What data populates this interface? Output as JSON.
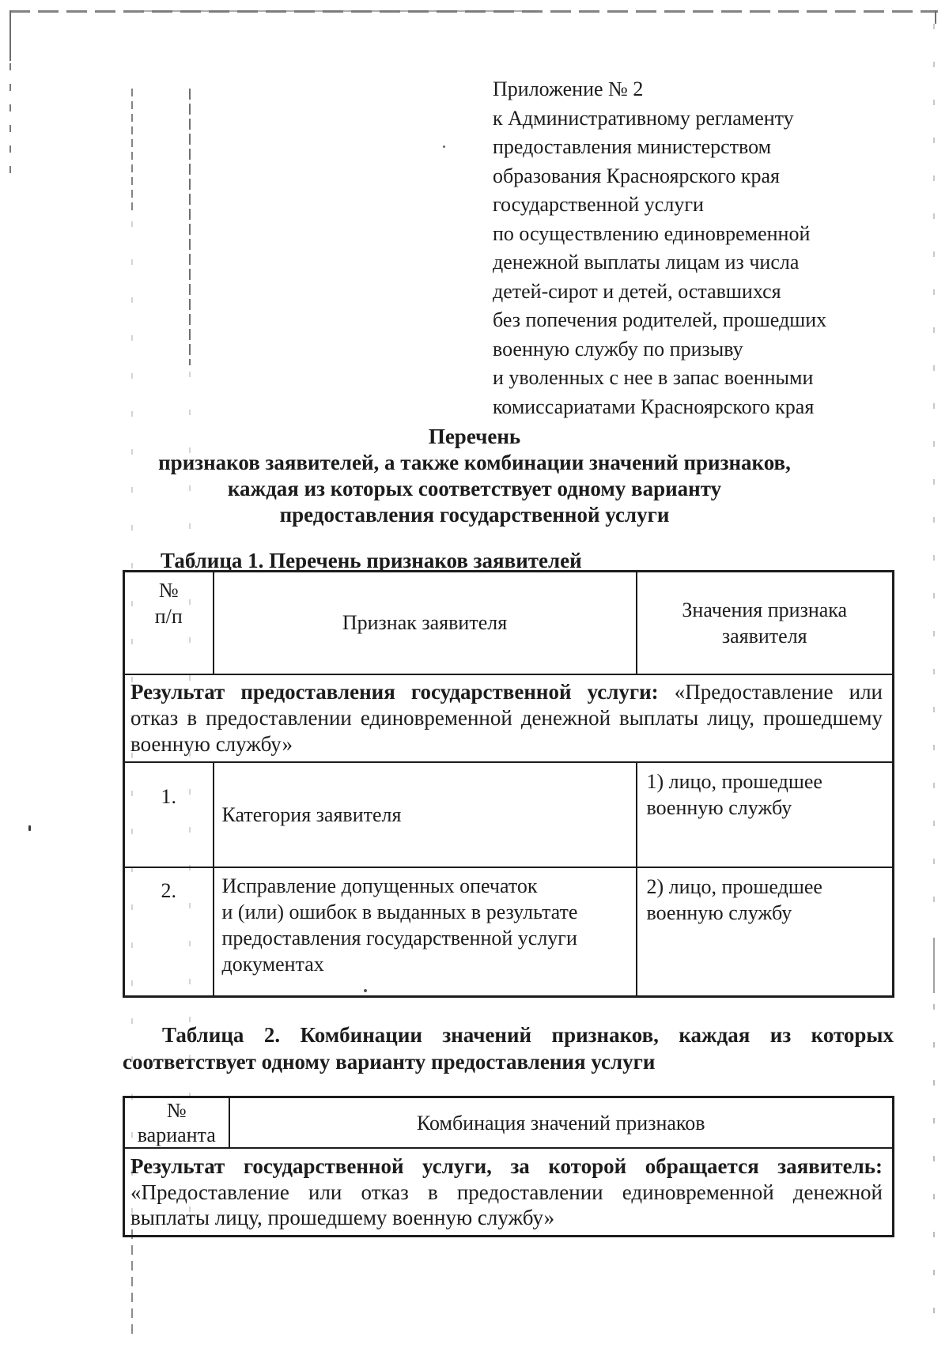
{
  "colors": {
    "ink": "#1c1c1c",
    "artifact_gray": "#6d6d6d",
    "paper": "#ffffff"
  },
  "appendix": {
    "text": "Приложение № 2\nк Административному регламенту\nпредоставления министерством\nобразования Красноярского края\nгосударственной услуги\nпо осуществлению единовременной\nденежной выплаты лицам из числа\nдетей-сирот и детей, оставшихся\nбез попечения родителей, прошедших\nвоенную службу по призыву\nи уволенных с нее в запас военными\nкомиссариатами Красноярского края"
  },
  "heading": {
    "text": "Перечень\nпризнаков заявителей, а также комбинации значений признаков,\nкаждая из которых соответствует одному варианту\nпредоставления государственной услуги"
  },
  "table1": {
    "caption": "Таблица 1. Перечень признаков заявителей",
    "col_headers": {
      "num_top": "№",
      "num_bottom": "п/п",
      "feature": "Признак заявителя",
      "values": "Значения признака заявителя"
    },
    "result_label": "Результат предоставления государственной услуги:",
    "result_text": " «Предоставление или отказ в предоставлении единовременной денежной выплаты лицу, прошедшему военную службу»",
    "rows": [
      {
        "num": "1.",
        "feature": "Категория заявителя",
        "value": "1) лицо, прошедшее\nвоенную службу"
      },
      {
        "num": "2.",
        "feature": "Исправление допущенных опечаток\nи (или) ошибок в выданных в результате\nпредоставления государственной услуги\nдокументах",
        "value": "2) лицо, прошедшее\nвоенную службу"
      }
    ]
  },
  "table2": {
    "caption": "Таблица 2. Комбинации значений признаков, каждая из которых соответствует одному варианту предоставления услуги",
    "col_headers": {
      "num": "№ варианта",
      "combination": "Комбинация значений признаков"
    },
    "result_label": "Результат государственной услуги, за которой обращается заявитель:",
    "result_text": " «Предоставление или отказ в предоставлении единовременной денежной выплаты лицу, прошедшему военную службу»"
  }
}
